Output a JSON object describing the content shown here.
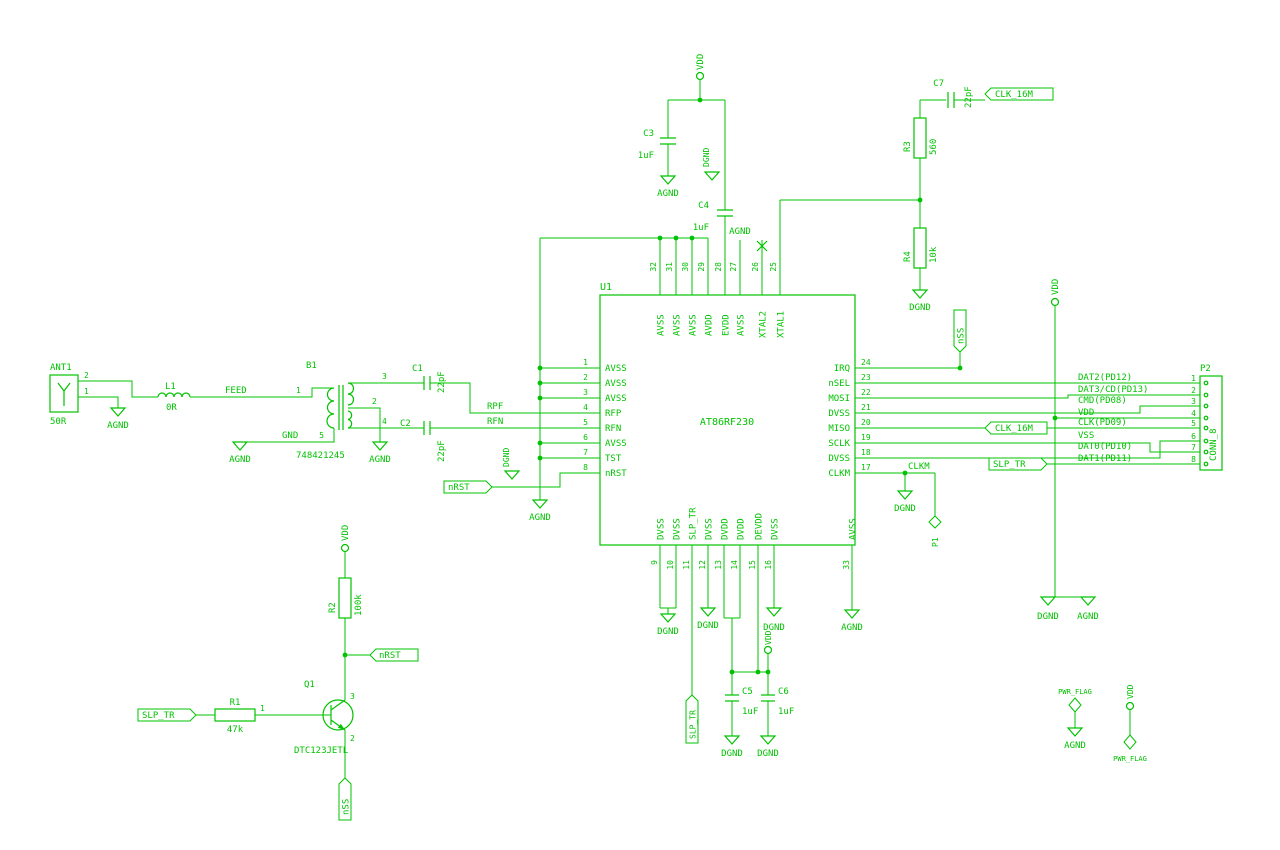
{
  "ic": {
    "ref": "U1",
    "value": "AT86RF230",
    "left_pins": [
      {
        "num": "1",
        "name": "AVSS"
      },
      {
        "num": "2",
        "name": "AVSS"
      },
      {
        "num": "3",
        "name": "AVSS"
      },
      {
        "num": "4",
        "name": "RFP"
      },
      {
        "num": "5",
        "name": "RFN"
      },
      {
        "num": "6",
        "name": "AVSS"
      },
      {
        "num": "7",
        "name": "TST"
      },
      {
        "num": "8",
        "name": "nRST"
      }
    ],
    "top_pins": [
      {
        "num": "32",
        "name": "AVSS"
      },
      {
        "num": "31",
        "name": "AVSS"
      },
      {
        "num": "30",
        "name": "AVSS"
      },
      {
        "num": "29",
        "name": "AVDD"
      },
      {
        "num": "28",
        "name": "EVDD"
      },
      {
        "num": "27",
        "name": "AVSS"
      },
      {
        "num": "26",
        "name": "XTAL2"
      },
      {
        "num": "25",
        "name": "XTAL1"
      }
    ],
    "right_pins": [
      {
        "num": "24",
        "name": "IRQ"
      },
      {
        "num": "23",
        "name": "nSEL"
      },
      {
        "num": "22",
        "name": "MOSI"
      },
      {
        "num": "21",
        "name": "DVSS"
      },
      {
        "num": "20",
        "name": "MISO"
      },
      {
        "num": "19",
        "name": "SCLK"
      },
      {
        "num": "18",
        "name": "DVSS"
      },
      {
        "num": "17",
        "name": "CLKM"
      }
    ],
    "bottom_pins": [
      {
        "num": "9",
        "name": "DVSS"
      },
      {
        "num": "10",
        "name": "DVSS"
      },
      {
        "num": "11",
        "name": "SLP_TR"
      },
      {
        "num": "12",
        "name": "DVSS"
      },
      {
        "num": "13",
        "name": "DVDD"
      },
      {
        "num": "14",
        "name": "DVDD"
      },
      {
        "num": "15",
        "name": "DEVDD"
      },
      {
        "num": "16",
        "name": "DVSS"
      },
      {
        "num": "33",
        "name": "AVSS"
      }
    ]
  },
  "components": {
    "ant1": {
      "ref": "ANT1",
      "value": "50R",
      "pin1": "1",
      "pin2": "2"
    },
    "l1": {
      "ref": "L1",
      "value": "0R"
    },
    "b1": {
      "ref": "B1",
      "value": "748421245",
      "pin1": "1",
      "pin2": "2",
      "pin3": "3",
      "pin4": "4",
      "pin5": "5",
      "gnd_label": "GND"
    },
    "c1": {
      "ref": "C1",
      "value": "22pF"
    },
    "c2": {
      "ref": "C2",
      "value": "22pF"
    },
    "c3": {
      "ref": "C3",
      "value": "1uF"
    },
    "c4": {
      "ref": "C4",
      "value": "1uF"
    },
    "c5": {
      "ref": "C5",
      "value": "1uF"
    },
    "c6": {
      "ref": "C6",
      "value": "1uF"
    },
    "c7": {
      "ref": "C7",
      "value": "22pF"
    },
    "r1": {
      "ref": "R1",
      "value": "47k"
    },
    "r2": {
      "ref": "R2",
      "value": "100k"
    },
    "r3": {
      "ref": "R3",
      "value": "560"
    },
    "r4": {
      "ref": "R4",
      "value": "10k"
    },
    "q1": {
      "ref": "Q1",
      "value": "DTC123JETL",
      "pin1": "1",
      "pin2": "2",
      "pin3": "3"
    },
    "p2": {
      "ref": "P2",
      "value": "CONN_8",
      "pins": [
        "1",
        "2",
        "3",
        "4",
        "5",
        "6",
        "7",
        "8"
      ]
    },
    "p1": {
      "ref": "P1"
    }
  },
  "nets": {
    "feed": "FEED",
    "rpf": "RPF",
    "rfn": "RFN",
    "nrst": "nRST",
    "slp_tr": "SLP_TR",
    "nss": "nSS",
    "clk_16m": "CLK_16M",
    "clkm": "CLKM",
    "bus": [
      "DAT2(PD12)",
      "DAT3/CD(PD13)",
      "CMD(PD08)",
      "VDD",
      "CLK(PD09)",
      "VSS",
      "DAT0(PD10)",
      "DAT1(PD11)"
    ]
  },
  "power": {
    "vdd": "VDD",
    "agnd": "AGND",
    "dgnd": "DGND",
    "pwr_flag": "PWR_FLAG"
  }
}
